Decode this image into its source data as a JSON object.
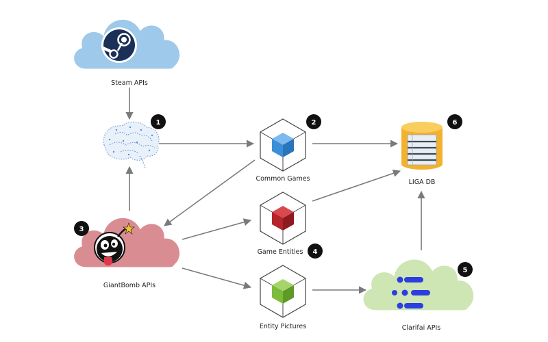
{
  "nodes": {
    "steam": {
      "label": "Steam APIs"
    },
    "brain": {
      "badge": "1"
    },
    "common_games": {
      "label": "Common Games",
      "badge": "2"
    },
    "giantbomb": {
      "label": "GiantBomb APIs",
      "badge": "3"
    },
    "game_entities": {
      "label": "Game Entities",
      "badge": "4"
    },
    "clarifai": {
      "label": "Clarifai APIs",
      "badge": "5"
    },
    "liga_db": {
      "label": "LIGA DB",
      "badge": "6"
    },
    "entity_pictures": {
      "label": "Entity Pictures"
    }
  },
  "colors": {
    "steam_cloud": "#9ec9ea",
    "giantbomb_cloud": "#d98d93",
    "clarifai_cloud": "#cde6b3",
    "cube_blue": "#3b8fd9",
    "cube_red": "#b3242b",
    "cube_green": "#7dbb3c",
    "db_gold": "#f7c13c",
    "clarifai_blue": "#2c3ee0",
    "arrow": "#7a7a7a",
    "badge": "#111111"
  }
}
